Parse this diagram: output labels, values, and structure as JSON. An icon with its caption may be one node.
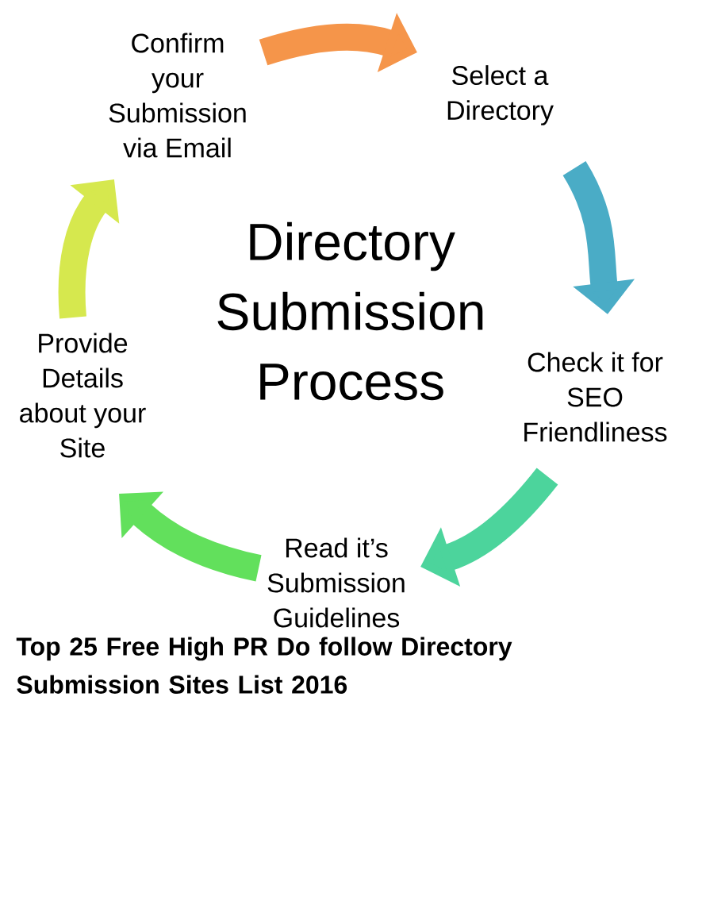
{
  "diagram": {
    "title": "Directory Submission Process",
    "caption": "Top 25 Free High PR Do follow Directory Submission Sites List 2016",
    "nodes": [
      {
        "text": [
          "Confirm your Submission via Email"
        ]
      },
      {
        "text": [
          "Select a Directory"
        ]
      },
      {
        "text": [
          "Provide Details about your Site"
        ]
      },
      {
        "text": [
          "Check it for SEO Friendliness"
        ]
      },
      {
        "text": [
          "Read it’s Submission Guidelines"
        ]
      }
    ],
    "edges": [
      {
        "from": 0,
        "to": 1,
        "arrow": "to",
        "color": "#f5954a"
      },
      {
        "from": 1,
        "to": 3,
        "arrow": "to",
        "color": "#4aacc6"
      },
      {
        "from": 3,
        "to": 4,
        "arrow": "to",
        "color": "#4cd49c"
      },
      {
        "from": 4,
        "to": 2,
        "arrow": "to",
        "color": "#62e05c"
      },
      {
        "from": 2,
        "to": 0,
        "arrow": "to",
        "color": "#d6e84e"
      }
    ]
  }
}
